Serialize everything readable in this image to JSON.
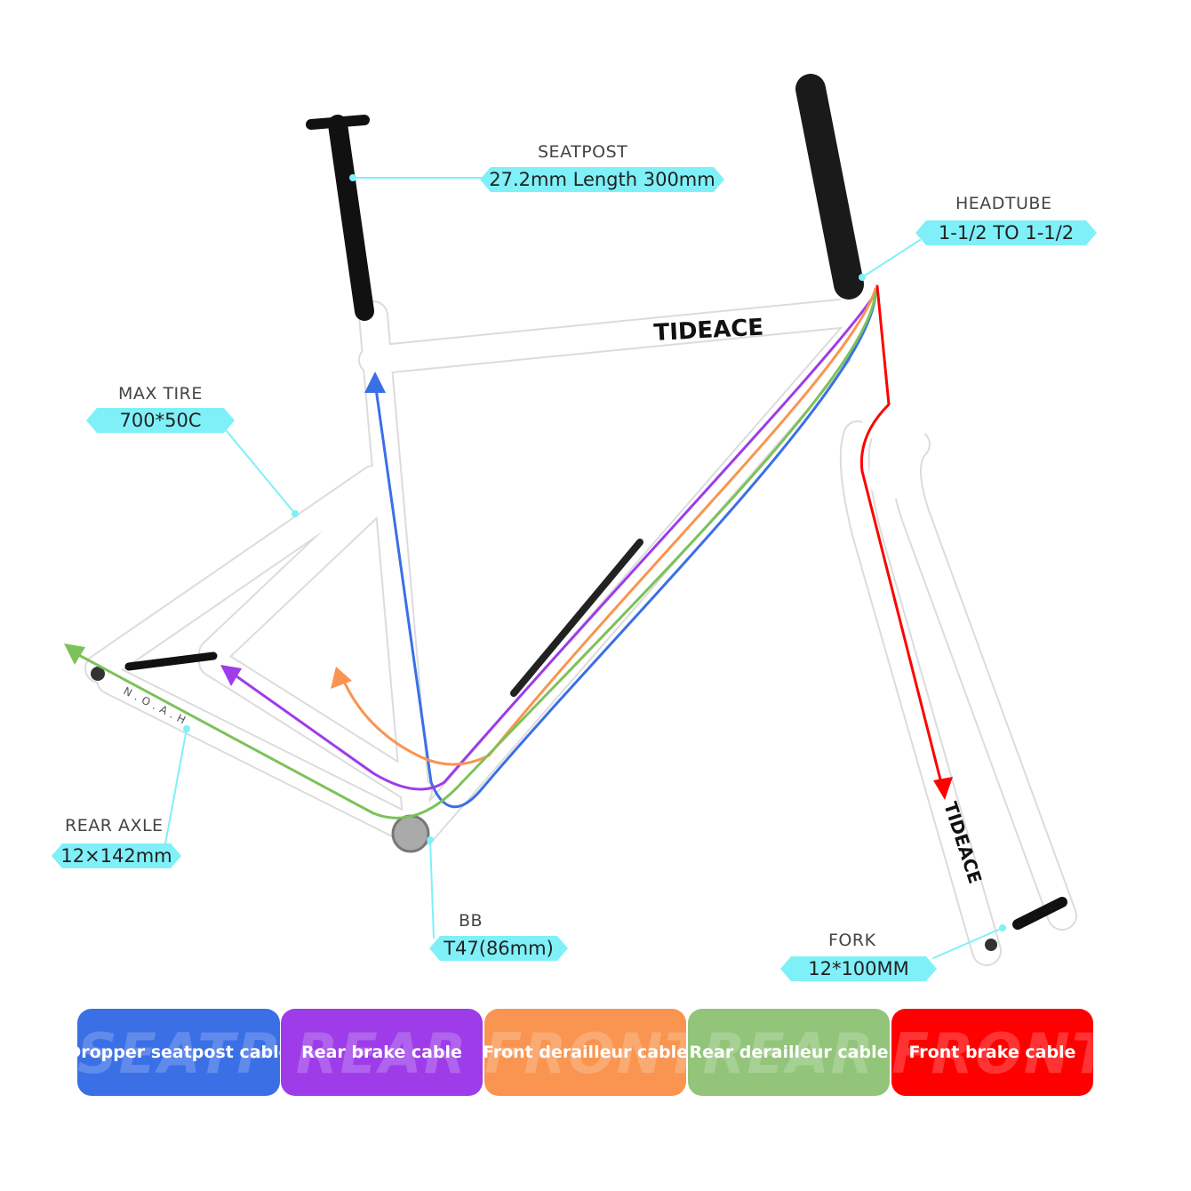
{
  "brand": "TIDEACE",
  "frame_marking": "N.O.A.H",
  "callouts": {
    "seatpost": {
      "title": "SEATPOST",
      "value": "27.2mm Length 300mm"
    },
    "headtube": {
      "title": "HEADTUBE",
      "value": "1-1/2 TO 1-1/2"
    },
    "max_tire": {
      "title": "MAX TIRE",
      "value": "700*50C"
    },
    "rear_axle": {
      "title": "REAR AXLE",
      "value": "12×142mm"
    },
    "bb": {
      "title": "BB",
      "value": "T47(86mm)"
    },
    "fork": {
      "title": "FORK",
      "value": "12*100MM"
    }
  },
  "tag_color": "#7ff0f8",
  "legend": [
    {
      "label": "Dropper seatpost cable",
      "watermark": "SEATPOST",
      "color": "#3a6fe6"
    },
    {
      "label": "Rear brake cable",
      "watermark": "REAR",
      "color": "#9d3ce8"
    },
    {
      "label": "Front derailleur cable",
      "watermark": "FRONT",
      "color": "#f99550"
    },
    {
      "label": "Rear derailleur cable",
      "watermark": "REAR",
      "color": "#92c57a"
    },
    {
      "label": "Front brake cable",
      "watermark": "FRONT",
      "color": "#ff0000"
    }
  ]
}
